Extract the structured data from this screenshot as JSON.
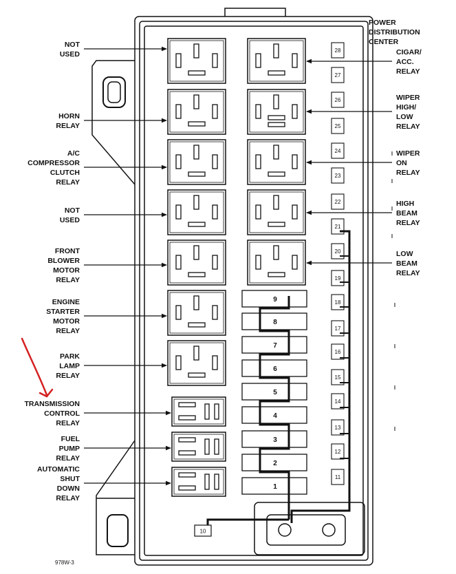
{
  "title_lines": [
    "POWER",
    "DISTRIBUTION",
    "CENTER"
  ],
  "left_labels": [
    {
      "id": "not-used-1",
      "lines": [
        "NOT",
        "USED"
      ]
    },
    {
      "id": "horn-relay",
      "lines": [
        "HORN",
        "RELAY"
      ]
    },
    {
      "id": "ac-compressor-clutch-relay",
      "lines": [
        "A/C",
        "COMPRESSOR",
        "CLUTCH",
        "RELAY"
      ]
    },
    {
      "id": "not-used-2",
      "lines": [
        "NOT",
        "USED"
      ]
    },
    {
      "id": "front-blower-motor-relay",
      "lines": [
        "FRONT",
        "BLOWER",
        "MOTOR",
        "RELAY"
      ]
    },
    {
      "id": "engine-starter-motor-relay",
      "lines": [
        "ENGINE",
        "STARTER",
        "MOTOR",
        "RELAY"
      ]
    },
    {
      "id": "park-lamp-relay",
      "lines": [
        "PARK",
        "LAMP",
        "RELAY"
      ]
    },
    {
      "id": "transmission-control-relay",
      "lines": [
        "TRANSMISSION",
        "CONTROL",
        "RELAY"
      ]
    },
    {
      "id": "fuel-pump-relay",
      "lines": [
        "FUEL",
        "PUMP",
        "RELAY"
      ]
    },
    {
      "id": "automatic-shut-down-relay",
      "lines": [
        "AUTOMATIC",
        "SHUT",
        "DOWN",
        "RELAY"
      ]
    }
  ],
  "right_labels": [
    {
      "id": "cigar-acc-relay",
      "lines": [
        "CIGAR/",
        "ACC.",
        "RELAY"
      ]
    },
    {
      "id": "wiper-high-low-relay",
      "lines": [
        "WIPER",
        "HIGH/",
        "LOW",
        "RELAY"
      ]
    },
    {
      "id": "wiper-on-relay",
      "lines": [
        "WIPER",
        "ON",
        "RELAY"
      ]
    },
    {
      "id": "high-beam-relay",
      "lines": [
        "HIGH",
        "BEAM",
        "RELAY"
      ]
    },
    {
      "id": "low-beam-relay",
      "lines": [
        "LOW",
        "BEAM",
        "RELAY"
      ]
    }
  ],
  "center_fuses": [
    "9",
    "8",
    "7",
    "6",
    "5",
    "4",
    "3",
    "2",
    "1"
  ],
  "right_fuses": [
    "28",
    "27",
    "26",
    "25",
    "24",
    "23",
    "22",
    "21",
    "20",
    "19",
    "18",
    "17",
    "16",
    "15",
    "14",
    "13",
    "12",
    "11"
  ],
  "bottom_fuse": "10",
  "figure_code": "978W-3",
  "colors": {
    "line": "#111111",
    "annotation_arrow": "#d42020"
  }
}
